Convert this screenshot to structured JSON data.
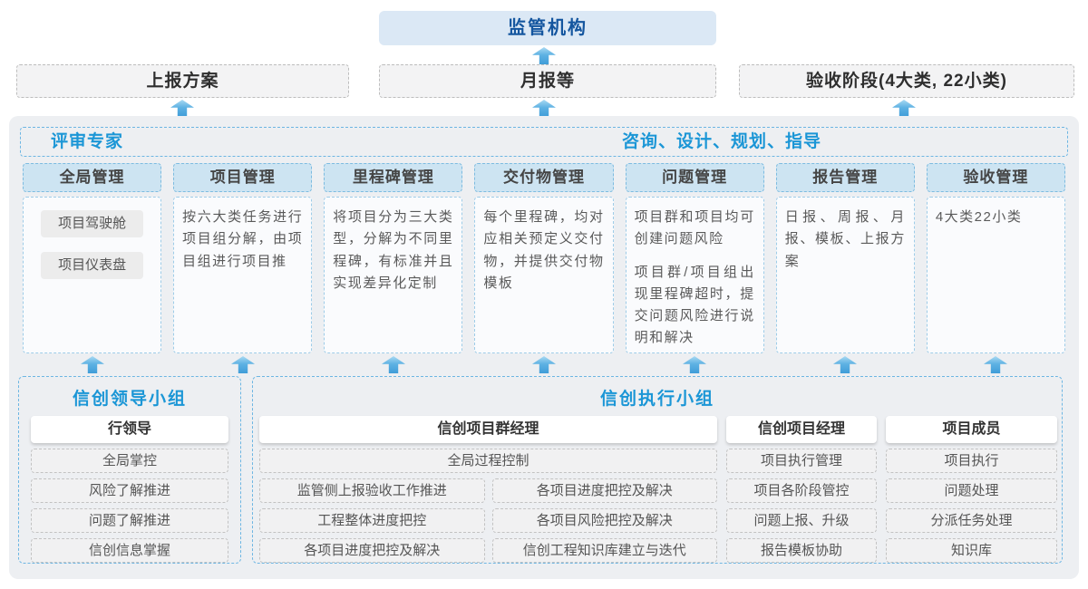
{
  "colors": {
    "accent_blue": "#1b96d6",
    "dark_blue": "#14569f",
    "regulator_fill": "#dbe8f5",
    "column_header_fill": "#cde4f2",
    "panel_fill": "#edeff2",
    "arrow_blue": "#3f9dd8"
  },
  "top": {
    "regulator": "监管机构"
  },
  "report_row": {
    "plan": "上报方案",
    "monthly": "月报等",
    "acceptance": "验收阶段(4大类, 22小类)"
  },
  "main": {
    "left_header": "评审专家",
    "right_header": "咨询、设计、规划、指导",
    "columns": [
      {
        "title": "全局管理",
        "chips": [
          "项目驾驶舱",
          "项目仪表盘"
        ]
      },
      {
        "title": "项目管理",
        "paragraphs": [
          "按六大类任务进行项目组分解，由项目组进行项目推"
        ]
      },
      {
        "title": "里程碑管理",
        "paragraphs": [
          "将项目分为三大类型，分解为不同里程碑，有标准并且实现差异化定制"
        ]
      },
      {
        "title": "交付物管理",
        "paragraphs": [
          "每个里程碑，均对应相关预定义交付物，并提供交付物模板"
        ]
      },
      {
        "title": "问题管理",
        "paragraphs": [
          "项目群和项目均可创建问题风险",
          "项目群/项目组出现里程碑超时，提交问题风险进行说明和解决"
        ]
      },
      {
        "title": "报告管理",
        "paragraphs": [
          "日报、周报、月报、模板、上报方案"
        ]
      },
      {
        "title": "验收管理",
        "paragraphs": [
          "4大类22小类"
        ]
      }
    ]
  },
  "bottom": {
    "leader_group": {
      "title": "信创领导小组",
      "role": "行领导",
      "items": [
        "全局掌控",
        "风险了解推进",
        "问题了解推进",
        "信创信息掌握"
      ]
    },
    "exec_group": {
      "title": "信创执行小组",
      "pgm_manager": {
        "role": "信创项目群经理",
        "wide_item": "全局过程控制",
        "grid_items": [
          "监管侧上报验收工作推进",
          "各项目进度把控及解决",
          "工程整体进度把控",
          "各项目风险把控及解决",
          "各项目进度把控及解决",
          "信创工程知识库建立与迭代"
        ]
      },
      "project_manager": {
        "role": "信创项目经理",
        "items": [
          "项目执行管理",
          "项目各阶段管控",
          "问题上报、升级",
          "报告模板协助"
        ]
      },
      "member": {
        "role": "项目成员",
        "items": [
          "项目执行",
          "问题处理",
          "分派任务处理",
          "知识库"
        ]
      }
    }
  }
}
